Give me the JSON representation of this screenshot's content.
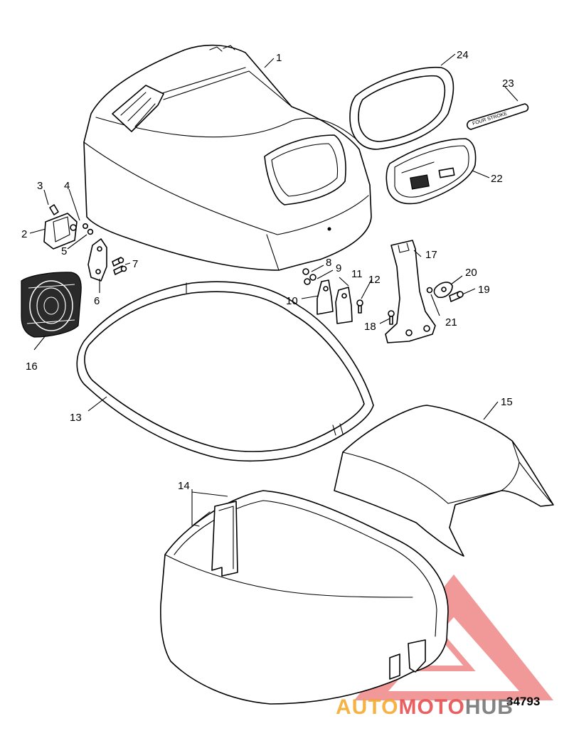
{
  "callouts": {
    "c1": "1",
    "c2": "2",
    "c3": "3",
    "c4": "4",
    "c5": "5",
    "c6": "6",
    "c7": "7",
    "c8": "8",
    "c9": "9",
    "c10": "10",
    "c11": "11",
    "c12": "12",
    "c13": "13",
    "c14": "14",
    "c15": "15",
    "c16": "16",
    "c17": "17",
    "c18": "18",
    "c19": "19",
    "c20": "20",
    "c21": "21",
    "c22": "22",
    "c23": "23",
    "c24": "24"
  },
  "figure_number": "34793",
  "decal_text": "FOUR STROKE",
  "watermark": {
    "part1": "AUTO",
    "part2": "MOTO",
    "part3": "HUB",
    "color_part1": "#f5a623",
    "color_part2": "#e64545",
    "color_part3": "#6e6e6e",
    "triangle_color": "#e64545"
  }
}
